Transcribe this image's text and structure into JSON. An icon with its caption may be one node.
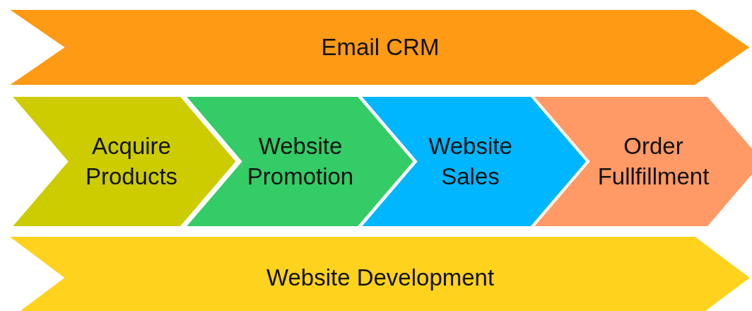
{
  "diagram": {
    "nodes": [
      {
        "text": [
          "Email CRM"
        ]
      },
      {
        "text": [
          "Acquire Products"
        ]
      },
      {
        "text": [
          "Website Promotion"
        ]
      },
      {
        "text": [
          "Website Sales"
        ]
      },
      {
        "text": [
          "Order Fullfillment"
        ]
      },
      {
        "text": [
          "Website Development"
        ]
      }
    ]
  }
}
